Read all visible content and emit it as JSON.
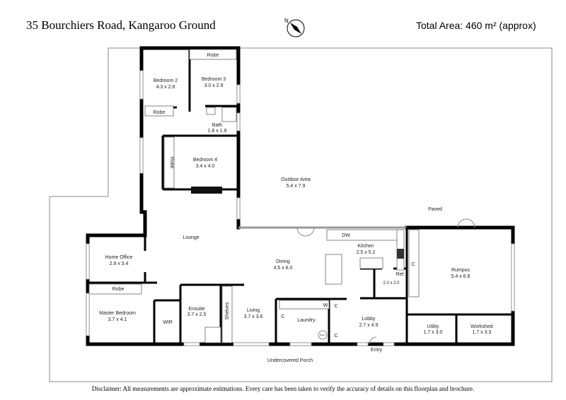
{
  "header": {
    "title": "35 Bourchiers Road, Kangaroo Ground",
    "total_area": "Total Area: 460 m² (approx)",
    "compass_label": "N"
  },
  "rooms": {
    "robe_top": "Robe",
    "bedroom2": {
      "name": "Bedroom 2",
      "size": "4.3 x 2.8"
    },
    "bedroom3": {
      "name": "Bedroom 3",
      "size": "3.0 x 2.9"
    },
    "robe_b2": "Robe",
    "bath": {
      "name": "Bath",
      "size": "1.8 x 1.9"
    },
    "robe_b4": "Robe",
    "bedroom4": {
      "name": "Bedroom 4",
      "size": "3.4 x 4.0"
    },
    "outdoor": {
      "name": "Outdoor Area",
      "size": "5.4 x 7.9"
    },
    "paved": "Paved",
    "lounge": "Lounge",
    "home_office": {
      "name": "Home Office",
      "size": "2.9 x 3.4"
    },
    "dining": {
      "name": "Dining",
      "size": "4.5 x 6.0"
    },
    "kitchen": {
      "name": "Kitchen",
      "size": "2.5 x 5.2"
    },
    "dw": "DW",
    "pantry_c": "C",
    "ref": "Ref.",
    "pantry": {
      "size": "2.0 x 2.0"
    },
    "rumpus": {
      "name": "Rumpus",
      "size": "5.4 x 6.8"
    },
    "robe_master": "Robe",
    "master": {
      "name": "Master Bedroom",
      "size": "3.7 x 4.1"
    },
    "wir": "WIR",
    "ensuite": {
      "name": "Ensuite",
      "size": "3.7 x 2.5"
    },
    "shelves": "Shelves",
    "living": {
      "name": "Living",
      "size": "3.7 x 3.6"
    },
    "laundry": "Laundry",
    "laundry_c": "C",
    "w": "W",
    "c1": "C",
    "c2": "C",
    "boiler": "Boiler",
    "lobby": {
      "name": "Lobby",
      "size": "2.7 x 4.9"
    },
    "entry": "Entry",
    "utility": {
      "name": "Utility",
      "size": "1.7 x 3.0"
    },
    "workshed": {
      "name": "Workshed",
      "size": "1.7 x 3.3"
    },
    "porch": "Undercovered Porch"
  },
  "disclaimer": "Disclaimer: All measurements are approximate estimations. Every care has been taken to verify the accuracy of details on this floorplan and brochure."
}
